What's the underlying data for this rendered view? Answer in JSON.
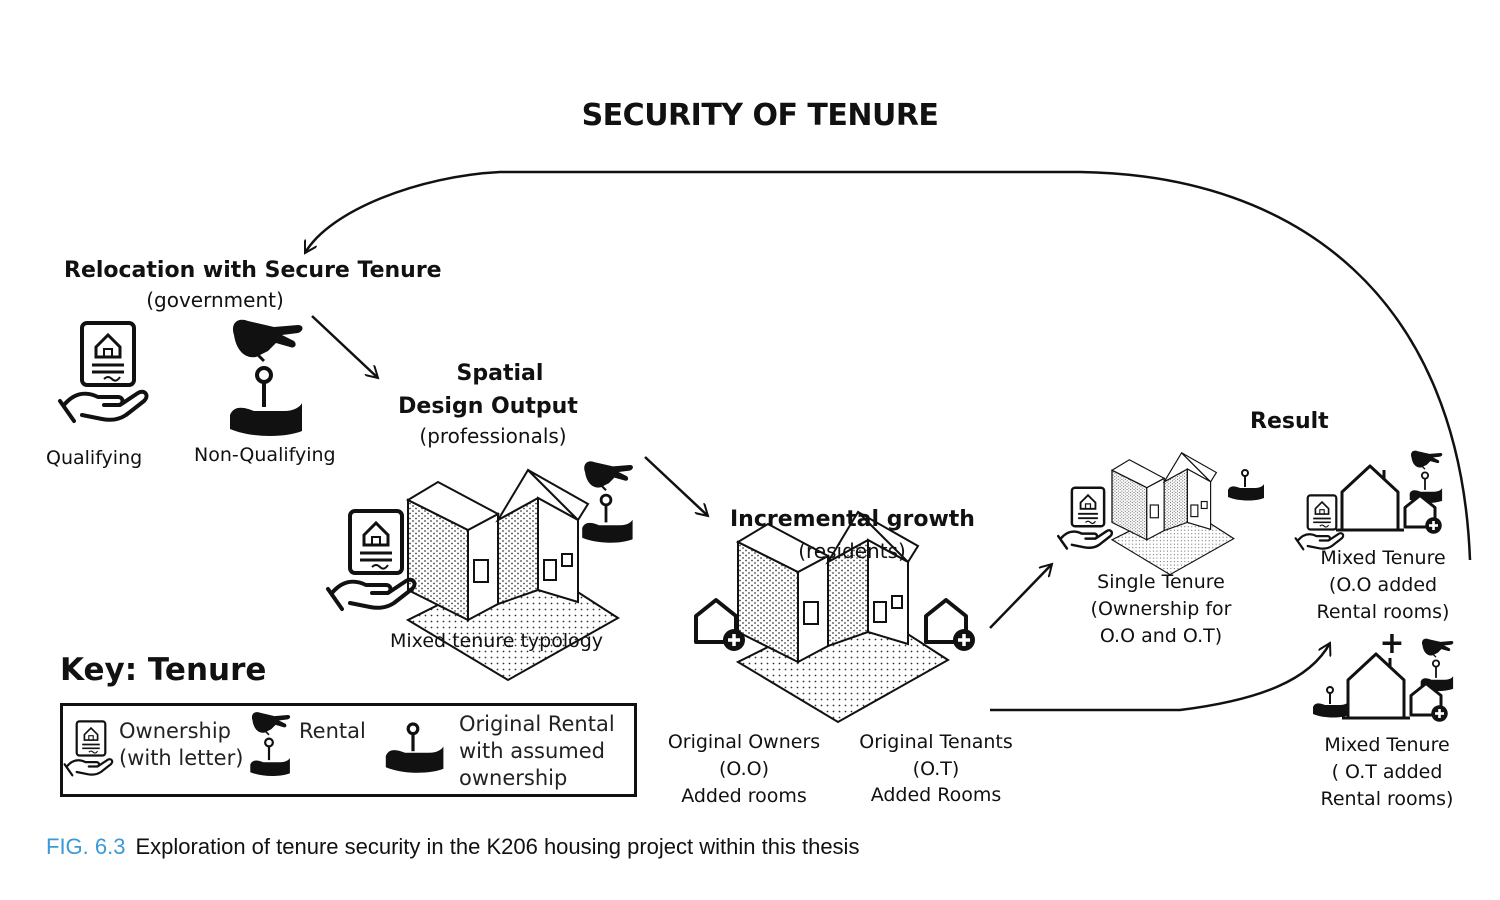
{
  "title": "SECURITY OF TENURE",
  "relocation": {
    "heading": "Relocation with Secure Tenure",
    "sub": "(government)",
    "qualifying": "Qualifying",
    "non_qualifying": "Non-Qualifying"
  },
  "spatial": {
    "heading_line1": "Spatial",
    "heading_line2": "Design Output",
    "sub": "(professionals)",
    "caption": "Mixed tenure typology"
  },
  "incremental": {
    "heading": "Incremental growth",
    "sub": "(residents)",
    "owners_line1": "Original Owners",
    "owners_line2": "(O.O)",
    "owners_line3": "Added rooms",
    "tenants_line1": "Original Tenants",
    "tenants_line2": "(O.T)",
    "tenants_line3": "Added Rooms"
  },
  "result": {
    "heading": "Result",
    "single_line1": "Single Tenure",
    "single_line2": "(Ownership for",
    "single_line3": "O.O and O.T)",
    "mixed1_line1": "Mixed Tenure",
    "mixed1_line2": "(O.O added",
    "mixed1_line3": "Rental rooms)",
    "plus": "+",
    "mixed2_line1": "Mixed Tenure",
    "mixed2_line2": "( O.T added",
    "mixed2_line3": "Rental rooms)"
  },
  "key": {
    "title": "Key: Tenure",
    "ownership_line1": "Ownership",
    "ownership_line2": "(with letter)",
    "rental": "Rental",
    "orig_line1": "Original Rental",
    "orig_line2": "with assumed",
    "orig_line3": "ownership"
  },
  "caption": {
    "fig": "FIG. 6.3",
    "text": "Exploration of tenure security in the K206 housing project within this thesis"
  },
  "icons": [
    "ownership-letter-icon",
    "rental-key-icon",
    "assumed-ownership-key-icon",
    "house-extension-icon",
    "house-icon",
    "housing-typology-drawing"
  ]
}
